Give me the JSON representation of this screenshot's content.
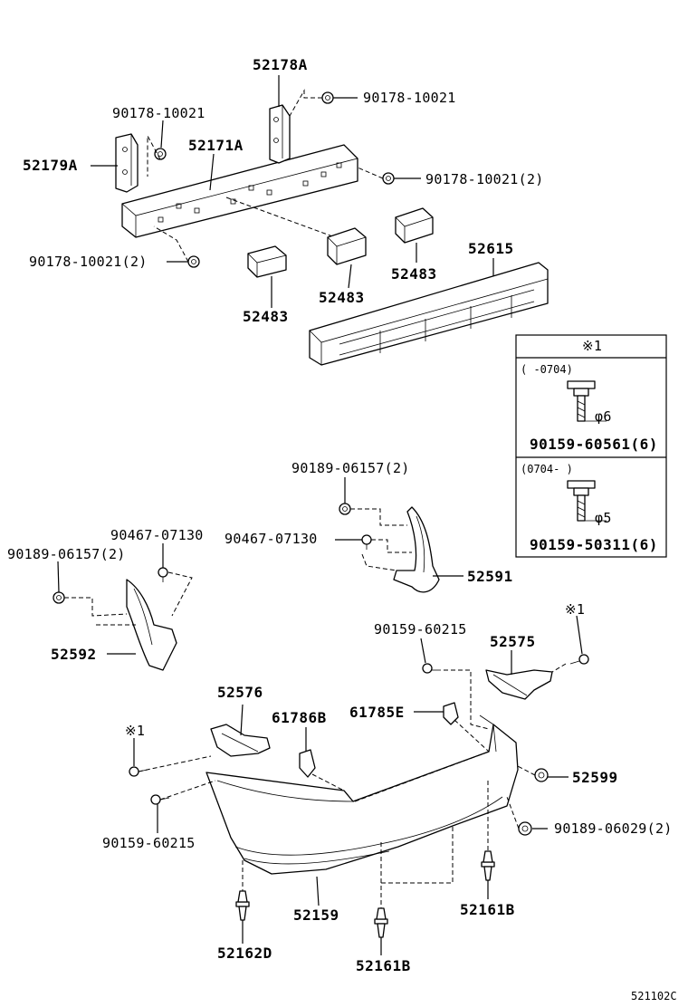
{
  "diagram_id": "521102C",
  "callouts": {
    "reinforcement": "52171A",
    "bracket_right": "52178A",
    "bracket_left": "52179A",
    "nut_top_right": "90178-10021",
    "nut_top_left": "90178-10021",
    "nut_right_2": "90178-10021(2)",
    "nut_left_2": "90178-10021(2)",
    "retainer_a": "52483",
    "retainer_b": "52483",
    "retainer_c": "52483",
    "absorber": "52615",
    "side_right": "52591",
    "side_right_clip": "90189-06157(2)",
    "side_right_screw": "90467-07130",
    "side_left": "52592",
    "side_left_clip": "90189-06157(2)",
    "side_left_screw": "90467-07130",
    "screw_top": "90159-60215",
    "spacer_right": "52575",
    "spacer_left": "52576",
    "mark_right": "※1",
    "mark_left": "※1",
    "retainer_e": "61785E",
    "retainer_b2": "61786B",
    "cover": "52159",
    "pad": "52599",
    "clip_2": "90189-06029(2)",
    "screw_bottom": "90159-60215",
    "clip_center": "52161B",
    "clip_right": "52161B",
    "clip_left": "52162D"
  },
  "inset": {
    "title": "※1",
    "upper": {
      "range": "(  -0704)",
      "dia": "φ6",
      "part": "90159-60561(6)"
    },
    "lower": {
      "range": "(0704-   )",
      "dia": "φ5",
      "part": "90159-50311(6)"
    }
  }
}
